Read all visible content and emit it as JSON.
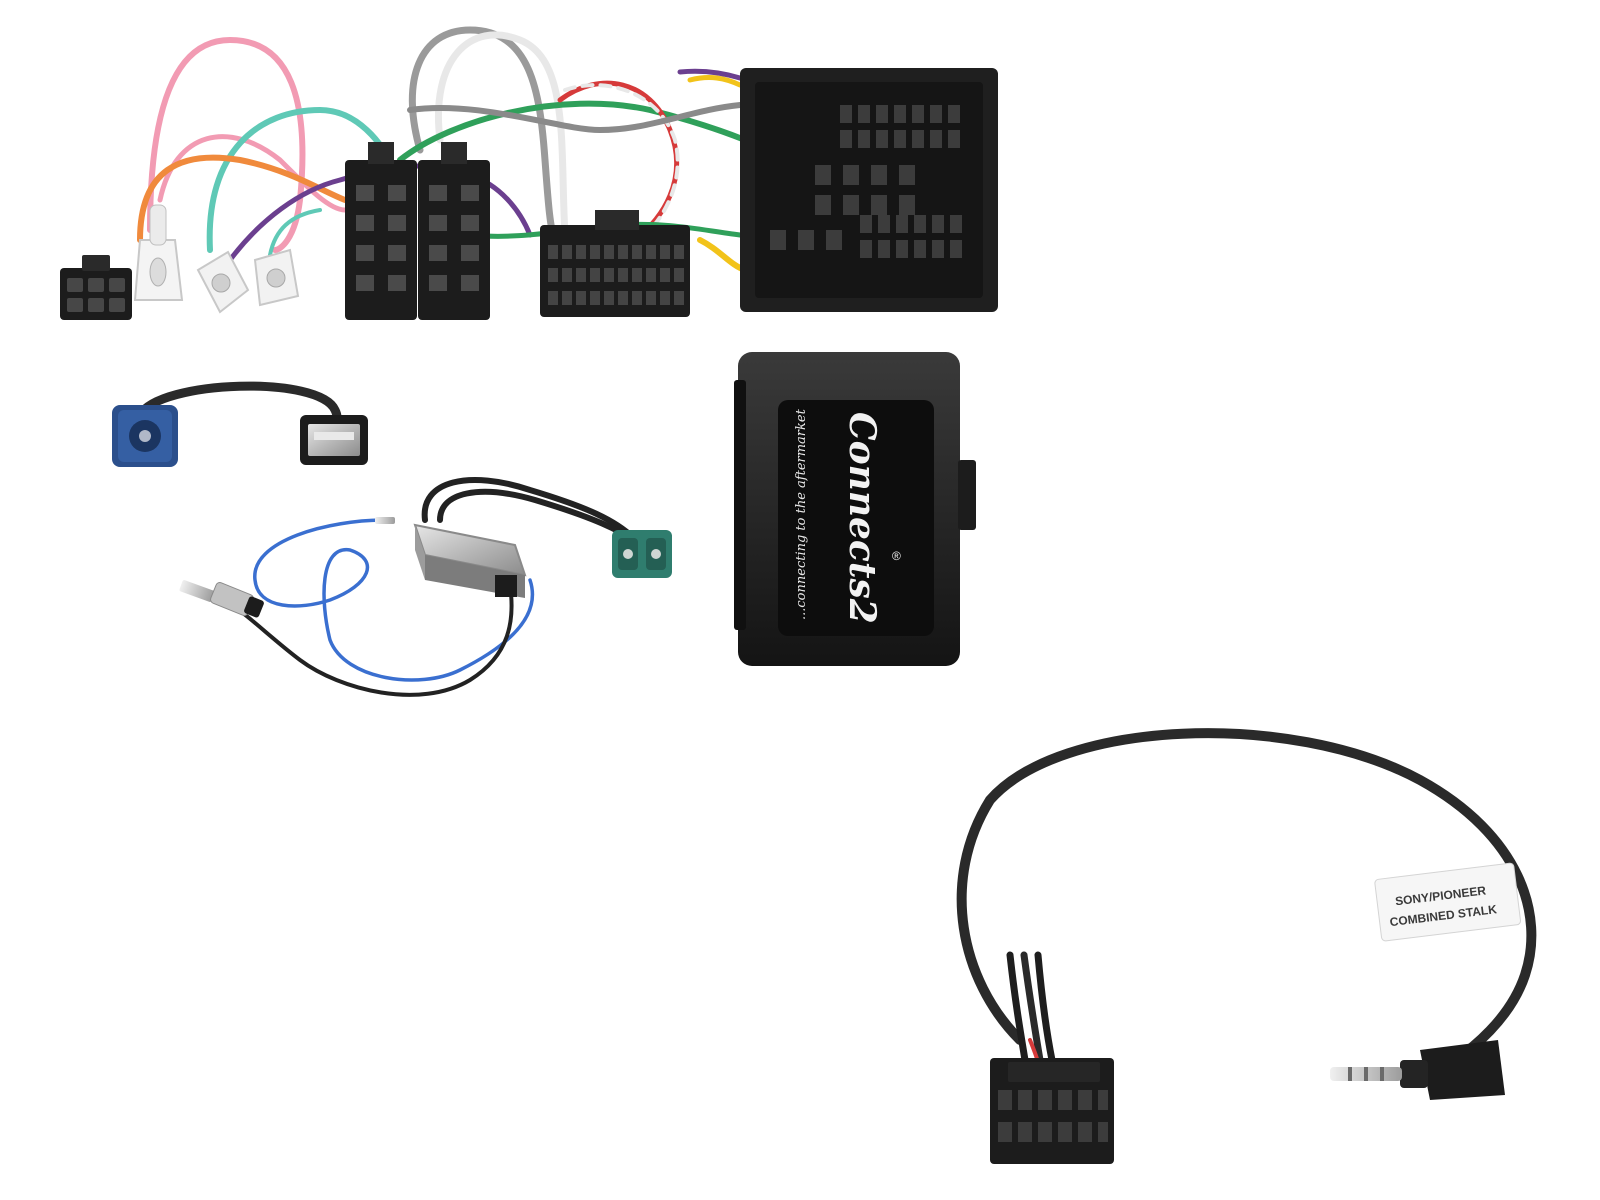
{
  "product": {
    "brand_logo_text": "Connects2",
    "registered_mark": "®",
    "tagline": "...connecting to the aftermarket",
    "cable_label_line1": "SONY/PIONEER",
    "cable_label_line2": "COMBINED STALK"
  },
  "colors": {
    "background": "#ffffff",
    "connector_black": "#1c1c1c",
    "cable_black": "#2a2a2a",
    "fakra_blue": "#2b4f8c",
    "fakra_green": "#2f7d6e",
    "wire_pink": "#f29bb3",
    "wire_teal": "#5fc9b6",
    "wire_orange": "#f08a3c",
    "wire_red": "#d63a3a",
    "wire_grey": "#9a9a9a",
    "wire_purple": "#6b3f8f",
    "wire_green": "#2fa05a",
    "wire_yellow": "#f2c31a",
    "wire_white": "#e8e8e8",
    "antenna_blue_wire": "#3a6fd0"
  }
}
